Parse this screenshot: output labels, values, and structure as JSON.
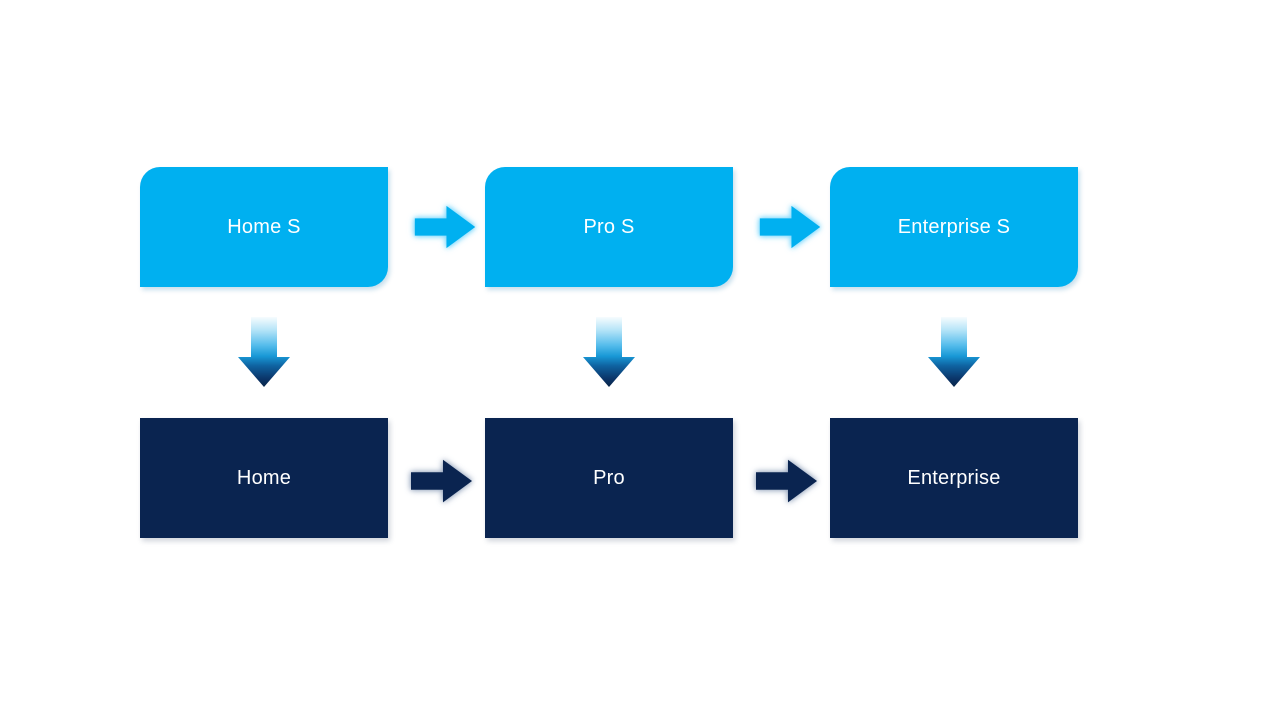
{
  "slide": {
    "background": "#ffffff"
  },
  "colors": {
    "primary_cyan": "#00b0f0",
    "dark_navy": "#0a2450",
    "label_text": "#ffffff",
    "down_arrow_gradient_top": "#f7fcfe",
    "down_arrow_gradient_mid": "#1898d6",
    "down_arrow_gradient_bottom": "#0a2548"
  },
  "diagram": {
    "type": "flow",
    "rows": {
      "top_row_style": "cyan-rounded-diagonal",
      "bottom_row_style": "navy-rectangle"
    },
    "columns": [
      {
        "top_label": "Home S",
        "bottom_label": "Home"
      },
      {
        "top_label": "Pro S",
        "bottom_label": "Pro"
      },
      {
        "top_label": "Enterprise S",
        "bottom_label": "Enterprise"
      }
    ],
    "connectors": {
      "horizontal_icon": "right-arrow-icon",
      "vertical_icon": "down-arrow-icon"
    }
  }
}
